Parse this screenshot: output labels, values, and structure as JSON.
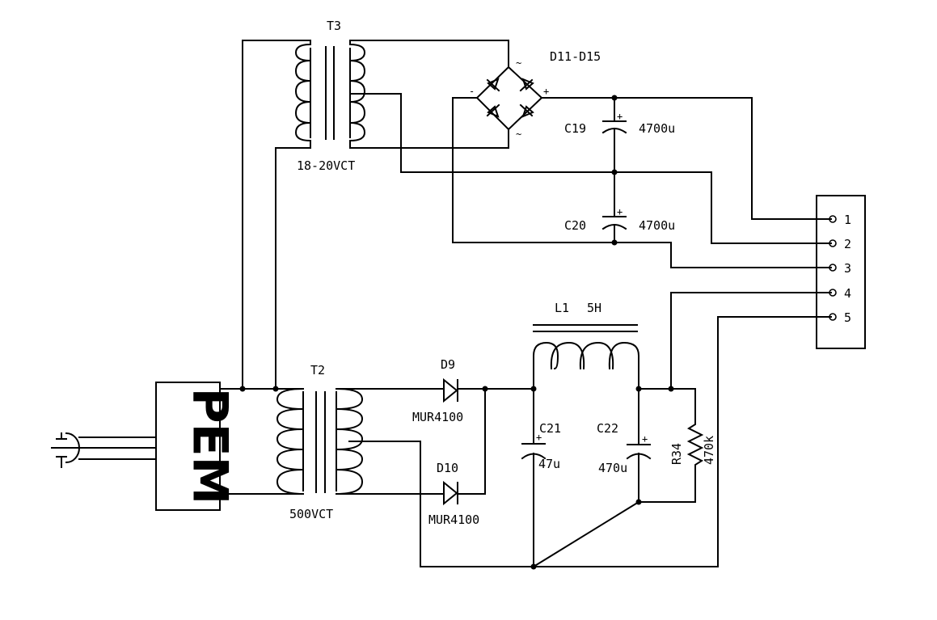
{
  "labels": {
    "t3": "T3",
    "t3_rating": "18-20VCT",
    "bridge": "D11-D15",
    "c19": "C19",
    "c19_value": "4700u",
    "c20": "C20",
    "c20_value": "4700u",
    "t2": "T2",
    "t2_rating": "500VCT",
    "pem": "PEM",
    "d9": "D9",
    "d9_part": "MUR4100",
    "d10": "D10",
    "d10_part": "MUR4100",
    "l1": "L1",
    "l1_value": "5H",
    "c21": "C21",
    "c21_value": "47u",
    "c22": "C22",
    "c22_value": "470u",
    "r34": "R34",
    "r34_value": "470k",
    "bridge_minus": "-",
    "bridge_plus": "+",
    "ac_mark": "~",
    "cap_plus": "+"
  },
  "connector": {
    "pins": [
      "1",
      "2",
      "3",
      "4",
      "5"
    ]
  }
}
